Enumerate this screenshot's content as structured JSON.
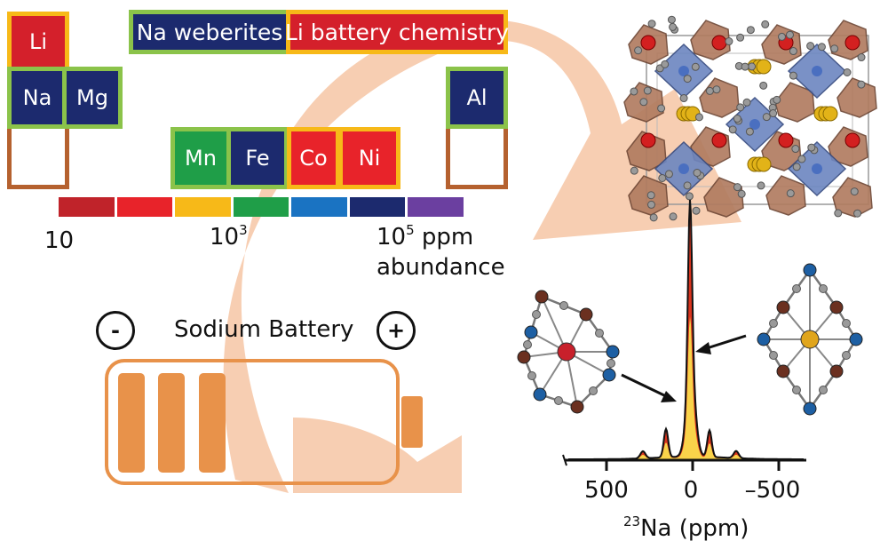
{
  "banners": {
    "na_weberites": "Na weberites",
    "li_battery": "Li battery chemistry"
  },
  "elements": {
    "li": "Li",
    "na": "Na",
    "mg": "Mg",
    "al": "Al",
    "mn": "Mn",
    "fe": "Fe",
    "co": "Co",
    "ni": "Ni"
  },
  "abundance_scale": {
    "label_10": "10",
    "label_1e3_base": "10",
    "label_1e3_exp": "3",
    "label_1e5_base": "10",
    "label_1e5_exp": "5",
    "label_1e5_unit": " ppm",
    "caption": "abundance",
    "colors": [
      "#c0232a",
      "#e8232a",
      "#f7b918",
      "#1f9e48",
      "#1a73c2",
      "#1c2a6e",
      "#6b3fa0"
    ]
  },
  "battery": {
    "minus": "-",
    "title": "Sodium Battery",
    "plus": "+"
  },
  "spectrum": {
    "xlabel_sup": "23",
    "xlabel": "Na (ppm)",
    "ticks": [
      "500",
      "0",
      "–500"
    ]
  },
  "colors": {
    "navy": "#1c2a6e",
    "red": "#d4202b",
    "green": "#8bc34a",
    "yellow": "#f7b918",
    "brown": "#b5612f",
    "arrow": "#f6c9aa",
    "battery": "#e8924a"
  }
}
